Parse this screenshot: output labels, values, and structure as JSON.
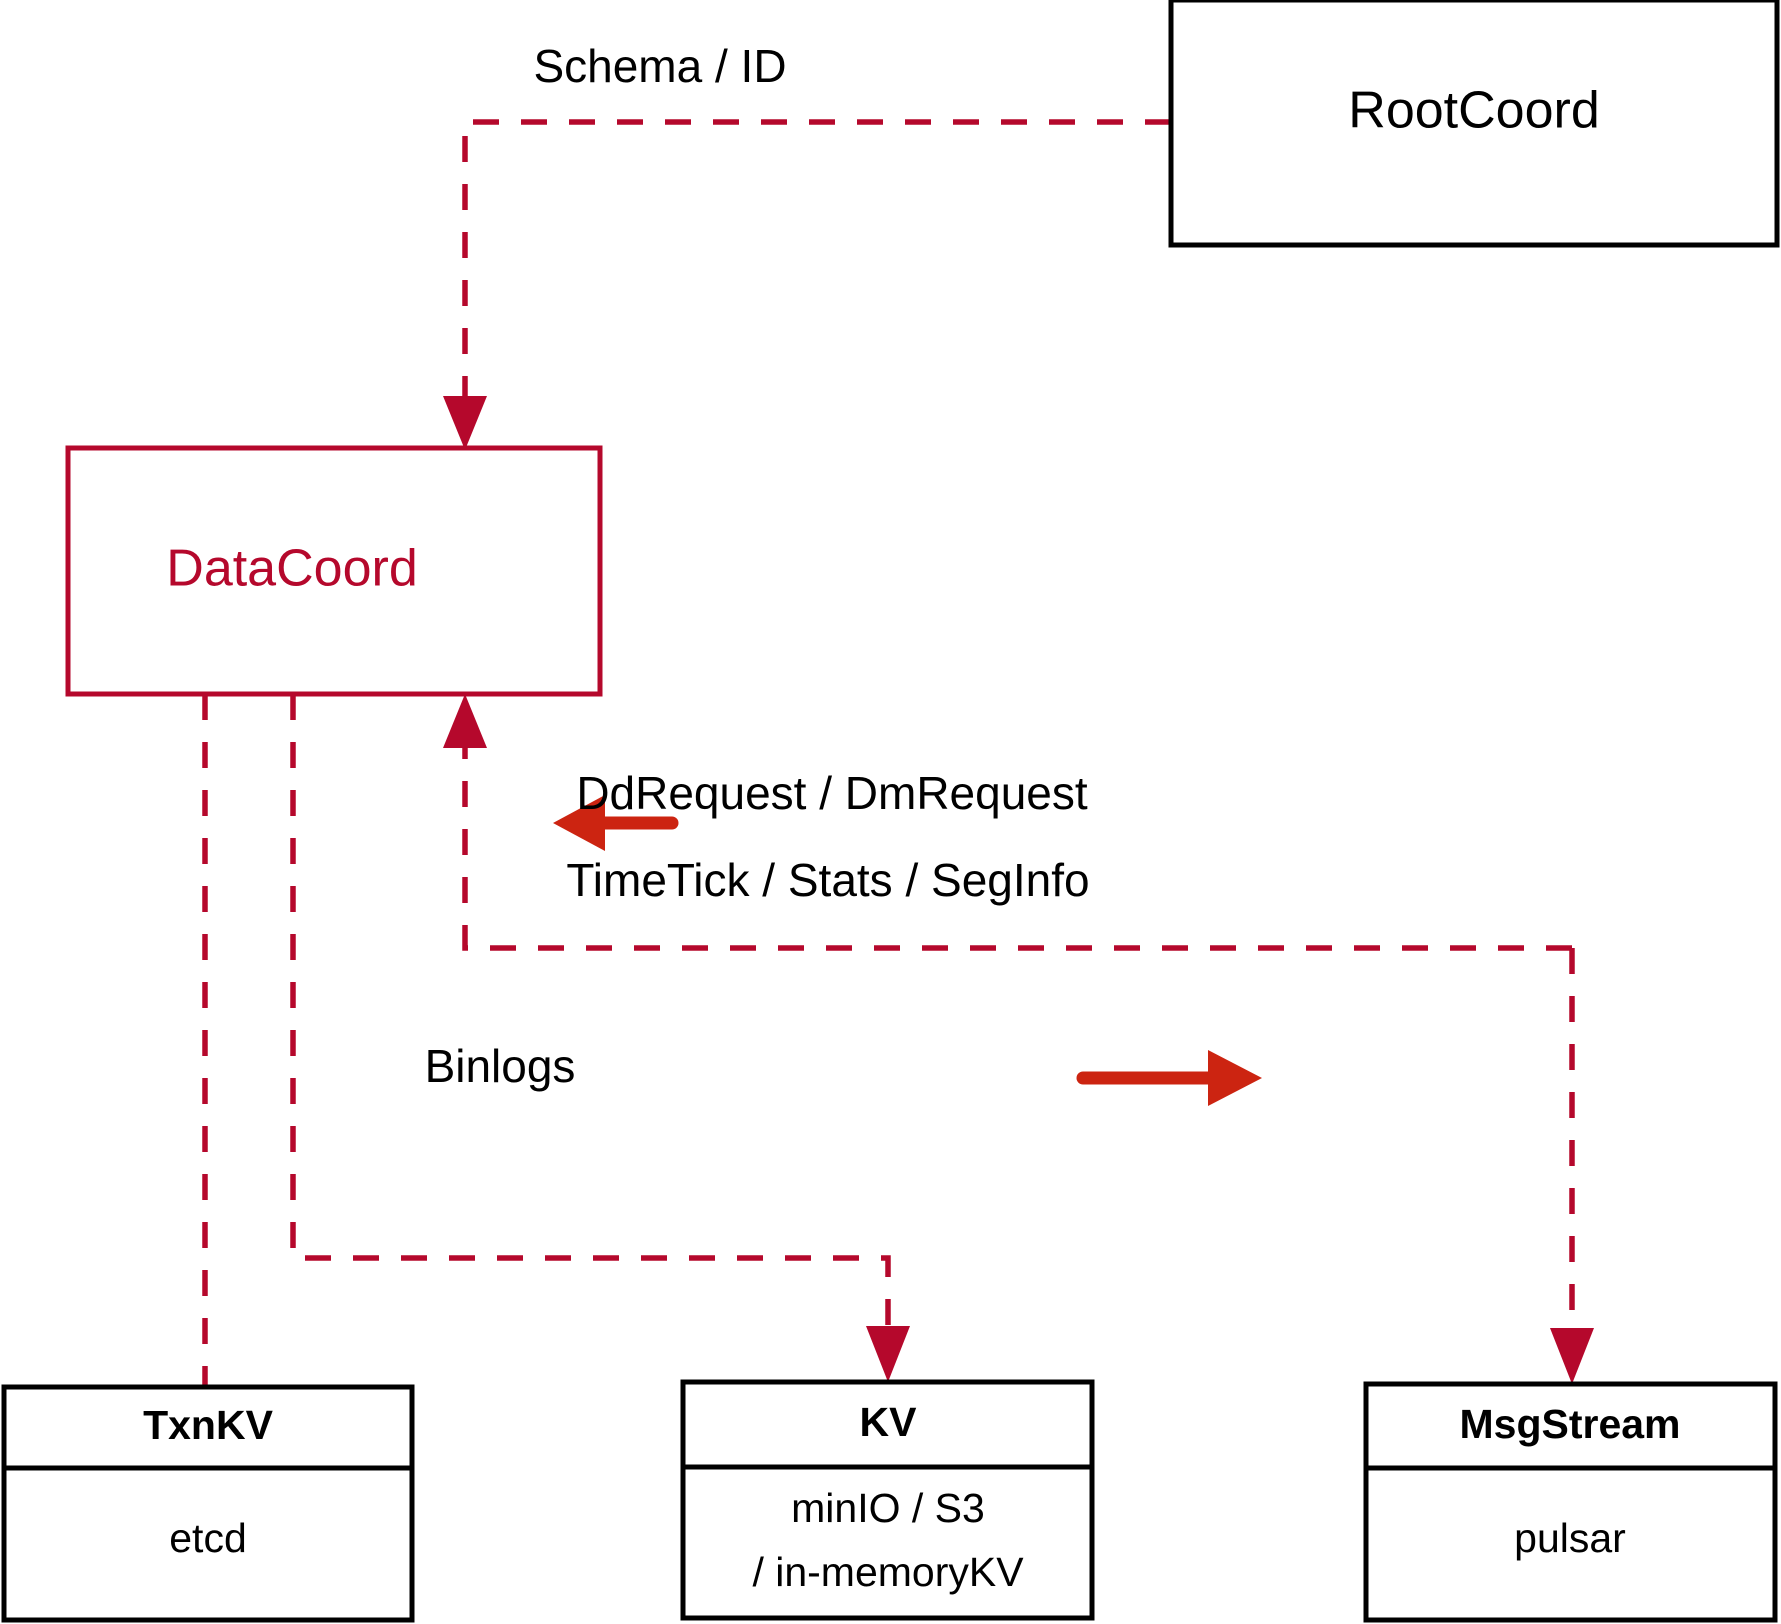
{
  "diagram": {
    "title": "DataCoord architecture",
    "colors": {
      "accent_crimson": "#B5082C",
      "flow_red": "#CC2411",
      "node_stroke": "#000000",
      "background": "#FFFFFF"
    },
    "nodes": {
      "rootcoord": {
        "label": "RootCoord"
      },
      "datacoord": {
        "label": "DataCoord"
      },
      "txnkv": {
        "header": "TxnKV",
        "body": "etcd"
      },
      "kv": {
        "header": "KV",
        "body_line1": "minIO / S3",
        "body_line2": "/ in-memoryKV"
      },
      "msgstream": {
        "header": "MsgStream",
        "body": "pulsar"
      }
    },
    "edges": {
      "schema_id": {
        "label": "Schema / ID"
      },
      "dd_dm_request": {
        "label": "DdRequest / DmRequest"
      },
      "timetick_stats_seginfo": {
        "label": "TimeTick / Stats / SegInfo"
      },
      "binlogs": {
        "label": "Binlogs"
      }
    }
  }
}
